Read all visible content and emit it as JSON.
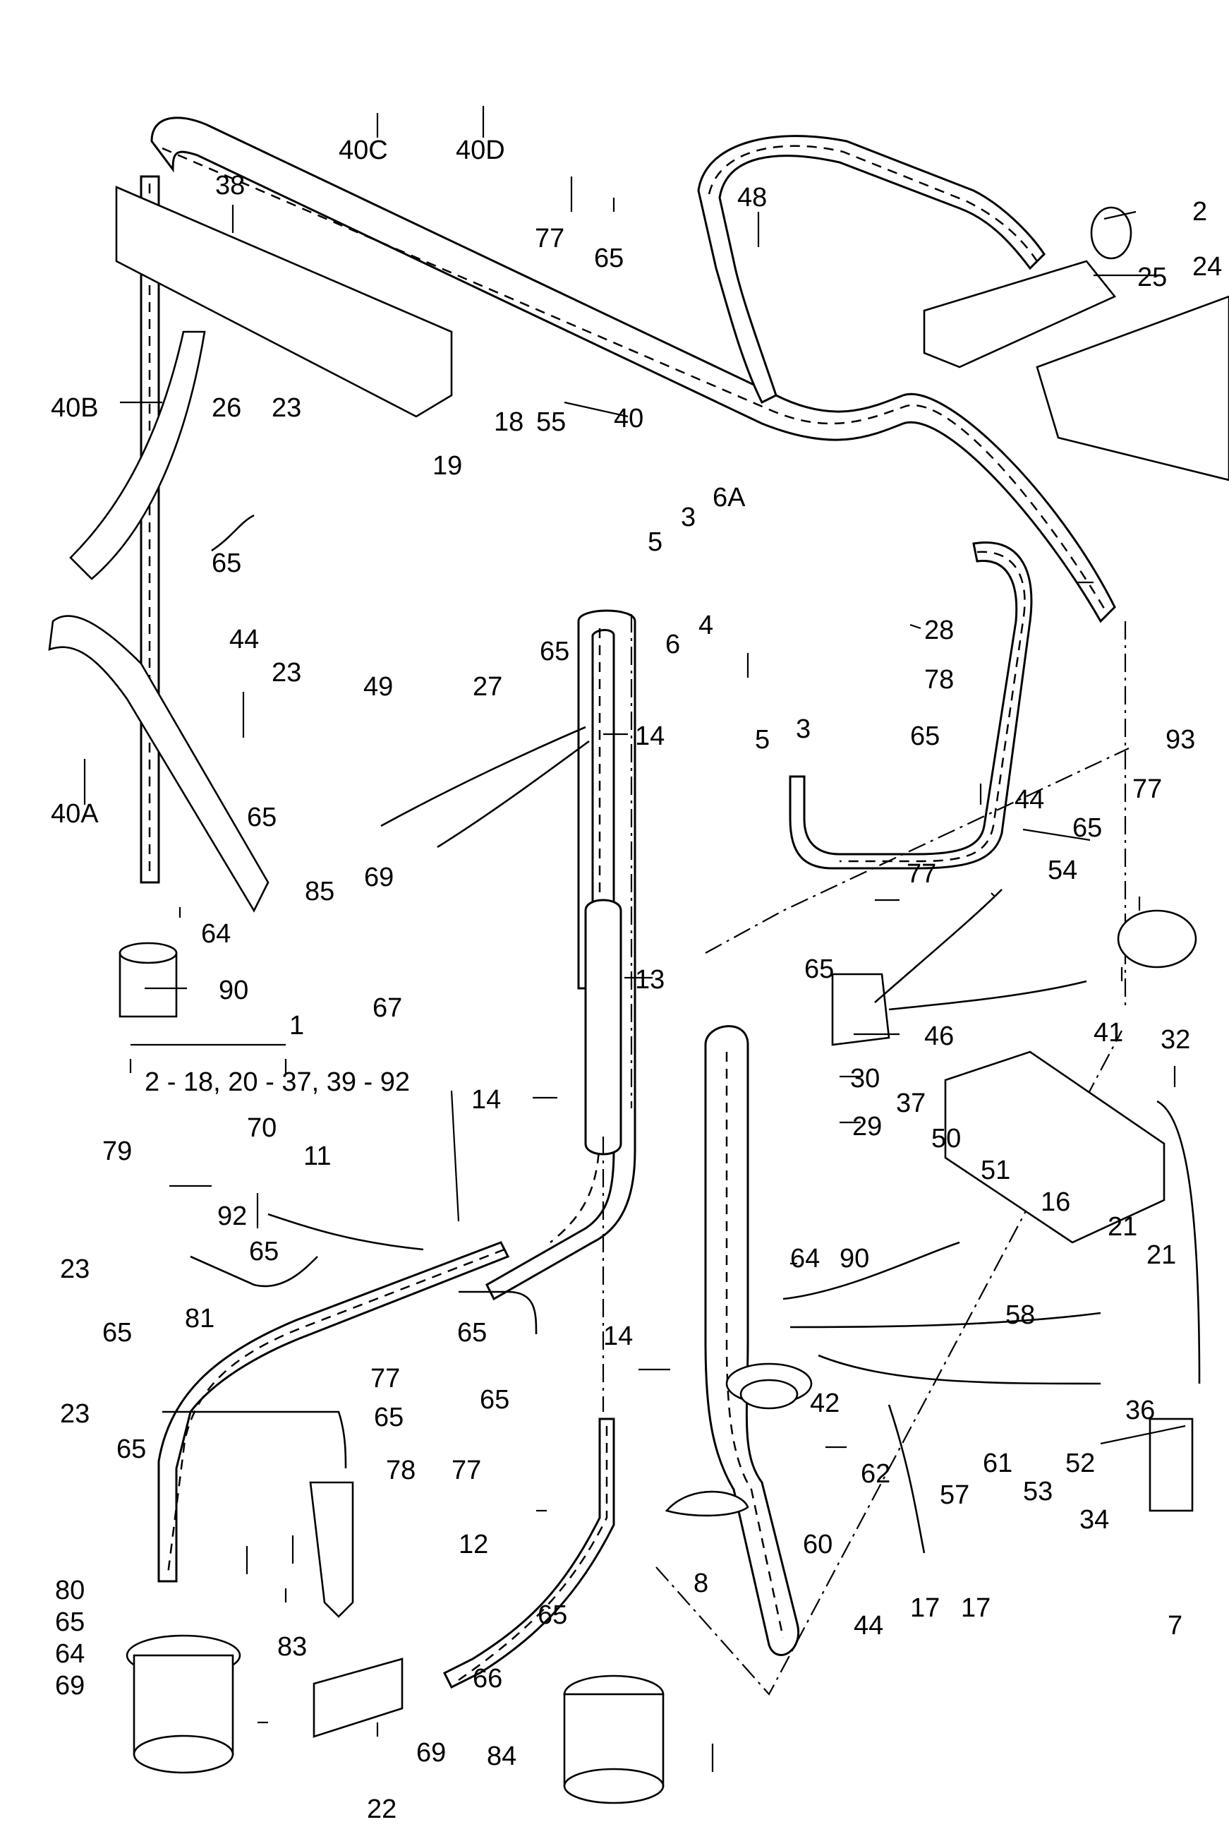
{
  "diagram": {
    "callouts": [
      {
        "id": "c40C",
        "text": "40C"
      },
      {
        "id": "c40D",
        "text": "40D"
      },
      {
        "id": "c77a",
        "text": "77"
      },
      {
        "id": "c65a",
        "text": "65"
      },
      {
        "id": "c48",
        "text": "48"
      },
      {
        "id": "c2",
        "text": "2"
      },
      {
        "id": "c24",
        "text": "24"
      },
      {
        "id": "c25",
        "text": "25"
      },
      {
        "id": "c38",
        "text": "38"
      },
      {
        "id": "c40",
        "text": "40"
      },
      {
        "id": "c40B",
        "text": "40B"
      },
      {
        "id": "c26",
        "text": "26"
      },
      {
        "id": "c23a",
        "text": "23"
      },
      {
        "id": "c18",
        "text": "18"
      },
      {
        "id": "c55",
        "text": "55"
      },
      {
        "id": "c19",
        "text": "19"
      },
      {
        "id": "c65b",
        "text": "65"
      },
      {
        "id": "c5a",
        "text": "5"
      },
      {
        "id": "c3a",
        "text": "3"
      },
      {
        "id": "c6A",
        "text": "6A"
      },
      {
        "id": "c44a",
        "text": "44"
      },
      {
        "id": "c49",
        "text": "49"
      },
      {
        "id": "c27",
        "text": "27"
      },
      {
        "id": "c65c",
        "text": "65"
      },
      {
        "id": "c6",
        "text": "6"
      },
      {
        "id": "c4",
        "text": "4"
      },
      {
        "id": "c28",
        "text": "28"
      },
      {
        "id": "c78a",
        "text": "78"
      },
      {
        "id": "c93",
        "text": "93"
      },
      {
        "id": "c23b",
        "text": "23"
      },
      {
        "id": "c14a",
        "text": "14"
      },
      {
        "id": "c5b",
        "text": "5"
      },
      {
        "id": "c3b",
        "text": "3"
      },
      {
        "id": "c65d",
        "text": "65"
      },
      {
        "id": "c40A",
        "text": "40A"
      },
      {
        "id": "c65e",
        "text": "65"
      },
      {
        "id": "c44b",
        "text": "44"
      },
      {
        "id": "c77b",
        "text": "77"
      },
      {
        "id": "c85",
        "text": "85"
      },
      {
        "id": "c69a",
        "text": "69"
      },
      {
        "id": "c64a",
        "text": "64"
      },
      {
        "id": "c65f",
        "text": "65"
      },
      {
        "id": "c77c",
        "text": "77"
      },
      {
        "id": "c54",
        "text": "54"
      },
      {
        "id": "c90a",
        "text": "90"
      },
      {
        "id": "c67",
        "text": "67"
      },
      {
        "id": "c13",
        "text": "13"
      },
      {
        "id": "c65g",
        "text": "65"
      },
      {
        "id": "c46",
        "text": "46"
      },
      {
        "id": "c41",
        "text": "41"
      },
      {
        "id": "c1",
        "text": "1"
      },
      {
        "id": "cRange",
        "text": "2 - 18, 20 - 37, 39 - 92"
      },
      {
        "id": "c14b",
        "text": "14"
      },
      {
        "id": "c30",
        "text": "30"
      },
      {
        "id": "c32",
        "text": "32"
      },
      {
        "id": "c37",
        "text": "37"
      },
      {
        "id": "c29",
        "text": "29"
      },
      {
        "id": "c79",
        "text": "79"
      },
      {
        "id": "c70",
        "text": "70"
      },
      {
        "id": "c11",
        "text": "11"
      },
      {
        "id": "c50",
        "text": "50"
      },
      {
        "id": "c51",
        "text": "51"
      },
      {
        "id": "c16",
        "text": "16"
      },
      {
        "id": "c92",
        "text": "92"
      },
      {
        "id": "c65h",
        "text": "65"
      },
      {
        "id": "c21a",
        "text": "21"
      },
      {
        "id": "c21b",
        "text": "21"
      },
      {
        "id": "c64b",
        "text": "64"
      },
      {
        "id": "c90b",
        "text": "90"
      },
      {
        "id": "c23c",
        "text": "23"
      },
      {
        "id": "c81",
        "text": "81"
      },
      {
        "id": "c65i",
        "text": "65"
      },
      {
        "id": "c65j",
        "text": "65"
      },
      {
        "id": "c14c",
        "text": "14"
      },
      {
        "id": "c58",
        "text": "58"
      },
      {
        "id": "c77d",
        "text": "77"
      },
      {
        "id": "c65k",
        "text": "65"
      },
      {
        "id": "c42",
        "text": "42"
      },
      {
        "id": "c36",
        "text": "36"
      },
      {
        "id": "c65l",
        "text": "65"
      },
      {
        "id": "c77e",
        "text": "77"
      },
      {
        "id": "c23d",
        "text": "23"
      },
      {
        "id": "c65m",
        "text": "65"
      },
      {
        "id": "c78b",
        "text": "78"
      },
      {
        "id": "c61",
        "text": "61"
      },
      {
        "id": "c52",
        "text": "52"
      },
      {
        "id": "c57",
        "text": "57"
      },
      {
        "id": "c62",
        "text": "62"
      },
      {
        "id": "c53",
        "text": "53"
      },
      {
        "id": "c34",
        "text": "34"
      },
      {
        "id": "c60",
        "text": "60"
      },
      {
        "id": "c12",
        "text": "12"
      },
      {
        "id": "c8",
        "text": "8"
      },
      {
        "id": "c80",
        "text": "80"
      },
      {
        "id": "c65n",
        "text": "65"
      },
      {
        "id": "c83",
        "text": "83"
      },
      {
        "id": "c64c",
        "text": "64"
      },
      {
        "id": "c69b",
        "text": "69"
      },
      {
        "id": "c44c",
        "text": "44"
      },
      {
        "id": "c17a",
        "text": "17"
      },
      {
        "id": "c17b",
        "text": "17"
      },
      {
        "id": "c7",
        "text": "7"
      },
      {
        "id": "c65o",
        "text": "65"
      },
      {
        "id": "c66",
        "text": "66"
      },
      {
        "id": "c69c",
        "text": "69"
      },
      {
        "id": "c84",
        "text": "84"
      },
      {
        "id": "c22",
        "text": "22"
      }
    ]
  }
}
